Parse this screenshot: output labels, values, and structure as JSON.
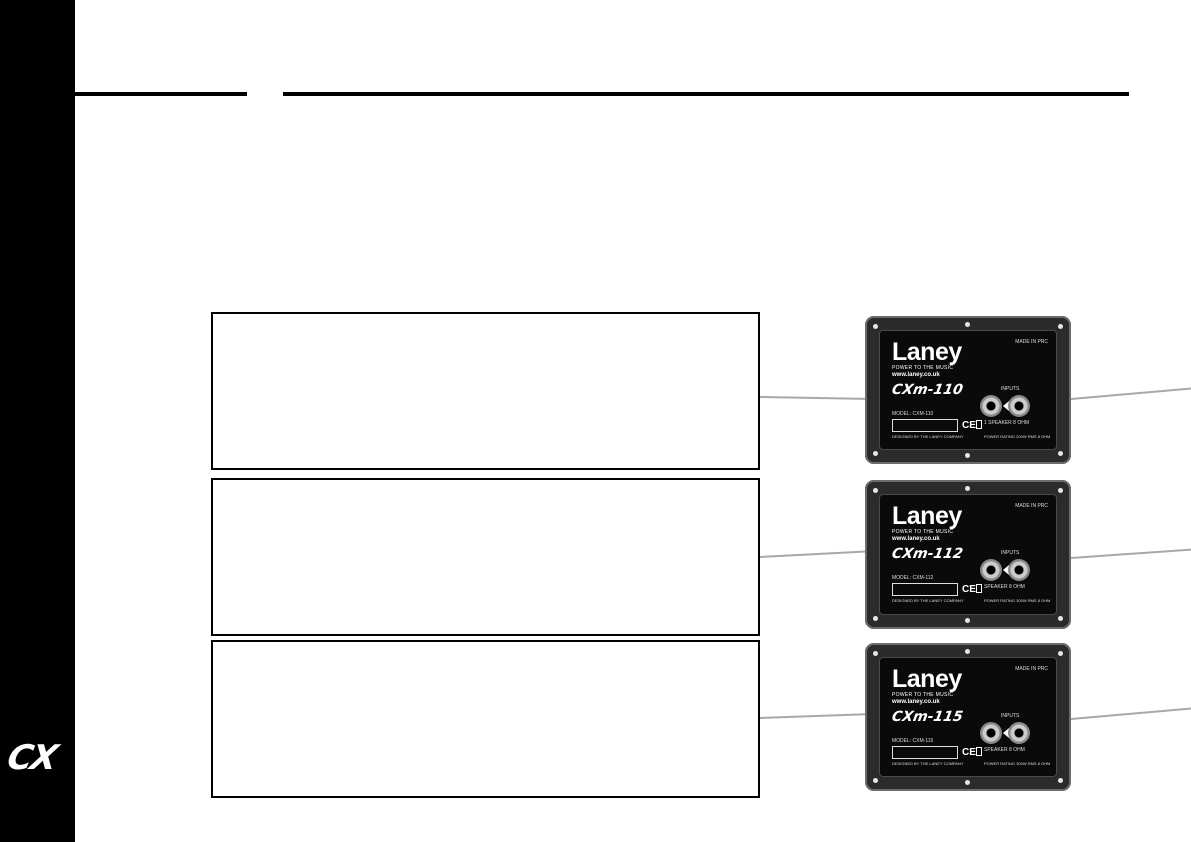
{
  "sidebar": {
    "logo_text": "CX"
  },
  "panels": [
    {
      "brand": "Laney",
      "tagline": "POWER TO THE MUSIC",
      "url": "www.laney.co.uk",
      "model": "CXm-110",
      "made_in": "MADE IN PRC",
      "inputs_label": "INPUTS",
      "speaker_label": "1 SPEAKER 8 OHM",
      "model_no": "MODEL: CXM-110",
      "designed": "DESIGNED BY THE LANEY COMPANY",
      "ce": "CE",
      "power_rating": "POWER RATING 200W RMS 8 OHM"
    },
    {
      "brand": "Laney",
      "tagline": "POWER TO THE MUSIC",
      "url": "www.laney.co.uk",
      "model": "CXm-112",
      "made_in": "MADE IN PRC",
      "inputs_label": "INPUTS",
      "speaker_label": "SPEAKER 8 OHM",
      "model_no": "MODEL: CXM-112",
      "designed": "DESIGNED BY THE LANEY COMPANY",
      "ce": "CE",
      "power_rating": "POWER RATING 300W RMS 8 OHM"
    },
    {
      "brand": "Laney",
      "tagline": "POWER TO THE MUSIC",
      "url": "www.laney.co.uk",
      "model": "CXm-115",
      "made_in": "MADE IN PRC",
      "inputs_label": "INPUTS",
      "speaker_label": "SPEAKER 8 OHM",
      "model_no": "MODEL: CXM-115",
      "designed": "DESIGNED BY THE LANEY COMPANY",
      "ce": "CE",
      "power_rating": "POWER RATING 300W RMS 8 OHM"
    }
  ]
}
